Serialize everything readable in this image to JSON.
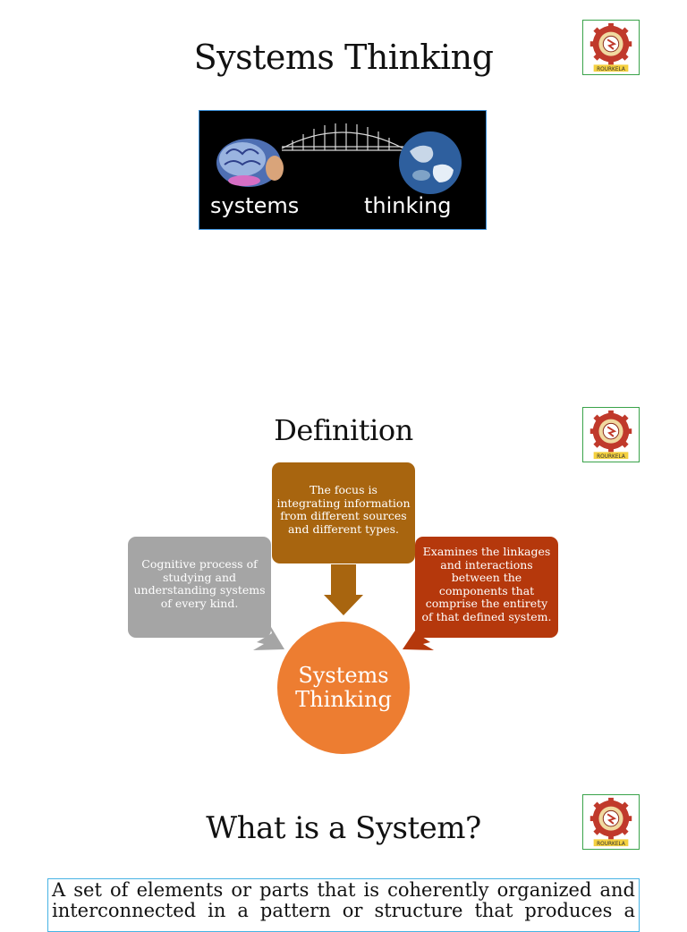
{
  "slides": [
    {
      "title": "Systems Thinking",
      "banner": {
        "left_word": "systems",
        "right_word": "thinking"
      }
    },
    {
      "title": "Definition",
      "diagram": {
        "top_box": "The focus is integrating information from different sources and different types.",
        "left_box": "Cognitive process of studying and understanding systems of every kind.",
        "right_box": "Examines the linkages and interactions between the components that comprise the entirety of that defined system.",
        "center": "Systems Thinking"
      }
    },
    {
      "title": "What is a System?",
      "body": "A set of elements or parts that is coherently organized and interconnected in a pattern or structure that produces a"
    }
  ],
  "logo": {
    "caption": "ROURKELA"
  },
  "colors": {
    "top_box": "#a8650f",
    "left_box": "#a5a5a5",
    "right_box": "#b5380c",
    "center_circle": "#ed7d31",
    "logo_border": "#3aa34a",
    "textbox_border": "#47b3e4"
  },
  "icons": [
    "institute-logo",
    "brain-image",
    "globe-image",
    "bridge-image"
  ]
}
